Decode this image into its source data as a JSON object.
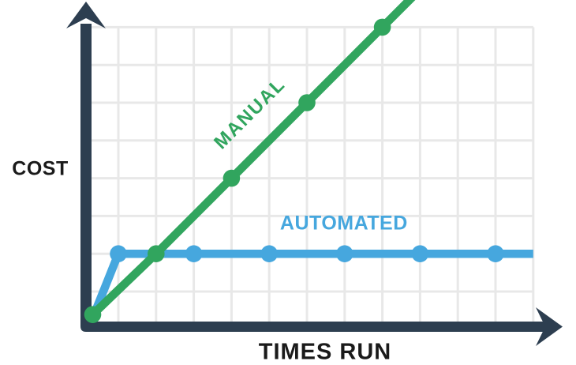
{
  "chart_data": {
    "type": "line",
    "title": "",
    "xlabel": "TIMES RUN",
    "ylabel": "COST",
    "tick_labels": "none (conceptual chart: axes are unlabeled, units are grid cells)",
    "xlim": [
      0,
      12
    ],
    "ylim": [
      0,
      8
    ],
    "grid": true,
    "legend_position": "inline labels next to lines",
    "series": [
      {
        "name": "MANUAL",
        "color": "#31a55e",
        "description": "cost rises linearly with times run (slope 1 diagonal from origin, exits top of plot)",
        "line": [
          [
            0.32,
            0.39
          ],
          [
            2,
            2
          ],
          [
            8.9,
            8.9
          ]
        ],
        "dots": [
          [
            0.32,
            0.39
          ],
          [
            2,
            2
          ],
          [
            4,
            4
          ],
          [
            6,
            6
          ],
          [
            8,
            8
          ]
        ],
        "label_pos": [
          4.49,
          5.71
        ],
        "label_rotation": -45
      },
      {
        "name": "AUTOMATED",
        "color": "#46a7de",
        "description": "initial setup cost jump from origin, then constant flat cost regardless of times run",
        "line": [
          [
            0.36,
            0.4
          ],
          [
            1,
            2
          ],
          [
            12,
            2
          ]
        ],
        "dots": [
          [
            1,
            2
          ],
          [
            3,
            2
          ],
          [
            5,
            2
          ],
          [
            7,
            2
          ],
          [
            9,
            2
          ],
          [
            11,
            2
          ]
        ],
        "label_pos": [
          6.98,
          2.8
        ],
        "label_rotation": 0
      }
    ]
  },
  "colors": {
    "axis": "#2d3e50",
    "grid": "#e8e8e8",
    "background": "#ffffff",
    "axis_label_text": "#1a1a1a"
  }
}
